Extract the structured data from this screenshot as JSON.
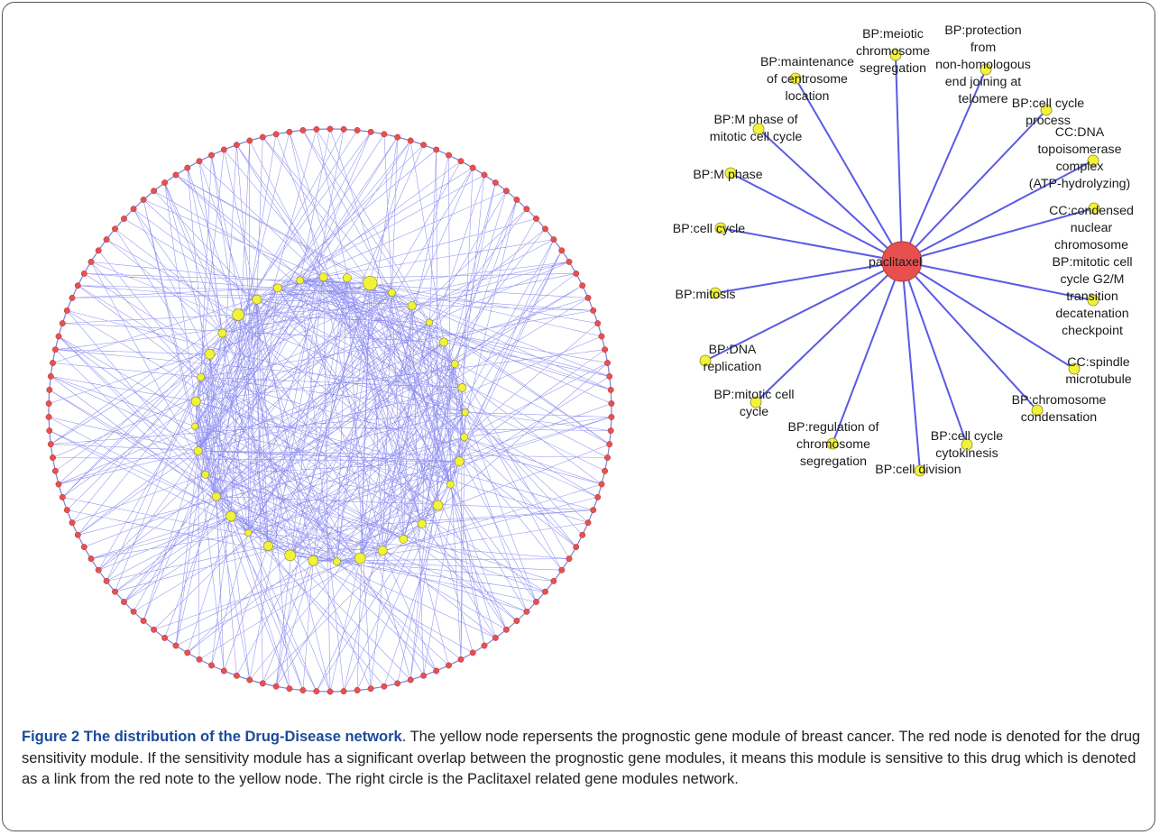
{
  "figure": {
    "number_label": "Figure 2",
    "title": "The distribution of the Drug-Disease network",
    "caption_text": ". The yellow node repersents the prognostic gene module of breast cancer. The red node is denoted for the drug sensitivity module. If the sensitivity module has a significant overlap between the prognostic gene modules, it means this module is sensitive to this drug which is denoted as a link from the red note to the yellow node. The right circle is the Paclitaxel related gene modules network."
  },
  "colors": {
    "edge": "#3434e6",
    "drug_node": "#e85050",
    "module_node": "#f2f23a",
    "node_stroke": "#8a8a20",
    "caption_title": "#1a4a99"
  },
  "left_network": {
    "drug_node_count": 130,
    "module_node_sizes": [
      1.7,
      0.9,
      1.0,
      0.8,
      1.0,
      0.9,
      1.0,
      0.8,
      0.9,
      1.1,
      0.9,
      1.2,
      1.0,
      1.0,
      1.1,
      1.3,
      0.9,
      1.2,
      1.3,
      1.1,
      0.8,
      1.2,
      1.0,
      0.9,
      1.0,
      0.8,
      1.1,
      0.9,
      1.2,
      1.0,
      1.4,
      1.1,
      1.0,
      0.9,
      1.0,
      1.0
    ]
  },
  "right_network": {
    "hub_label": "paclitaxel",
    "modules": [
      {
        "lines": [
          "BP:meiotic",
          "chromosome",
          "segregation"
        ]
      },
      {
        "lines": [
          "BP:protection",
          "from",
          "non-homologous",
          "end joining at",
          "telomere"
        ]
      },
      {
        "lines": [
          "BP:cell cycle",
          "process"
        ]
      },
      {
        "lines": [
          "CC:DNA",
          "topoisomerase",
          "complex",
          "(ATP-hydrolyzing)"
        ]
      },
      {
        "lines": [
          "CC:condensed",
          "nuclear",
          "chromosome"
        ]
      },
      {
        "lines": [
          "BP:mitotic cell",
          "cycle G2/M",
          "transition",
          "decatenation",
          "checkpoint"
        ]
      },
      {
        "lines": [
          "CC:spindle",
          "microtubule"
        ]
      },
      {
        "lines": [
          "BP:chromosome",
          "condensation"
        ]
      },
      {
        "lines": [
          "BP:cell cycle",
          "cytokinesis"
        ]
      },
      {
        "lines": [
          "BP:cell division"
        ]
      },
      {
        "lines": [
          "BP:regulation of",
          "chromosome",
          "segregation"
        ]
      },
      {
        "lines": [
          "BP:mitotic cell",
          "cycle"
        ]
      },
      {
        "lines": [
          "BP:DNA",
          "replication"
        ]
      },
      {
        "lines": [
          "BP:mitosis"
        ]
      },
      {
        "lines": [
          "BP:cell cycle"
        ]
      },
      {
        "lines": [
          "BP:M phase"
        ]
      },
      {
        "lines": [
          "BP:M phase of",
          "mitotic cell cycle"
        ]
      },
      {
        "lines": [
          "BP:maintenance",
          "of centrosome",
          "location"
        ]
      }
    ]
  }
}
